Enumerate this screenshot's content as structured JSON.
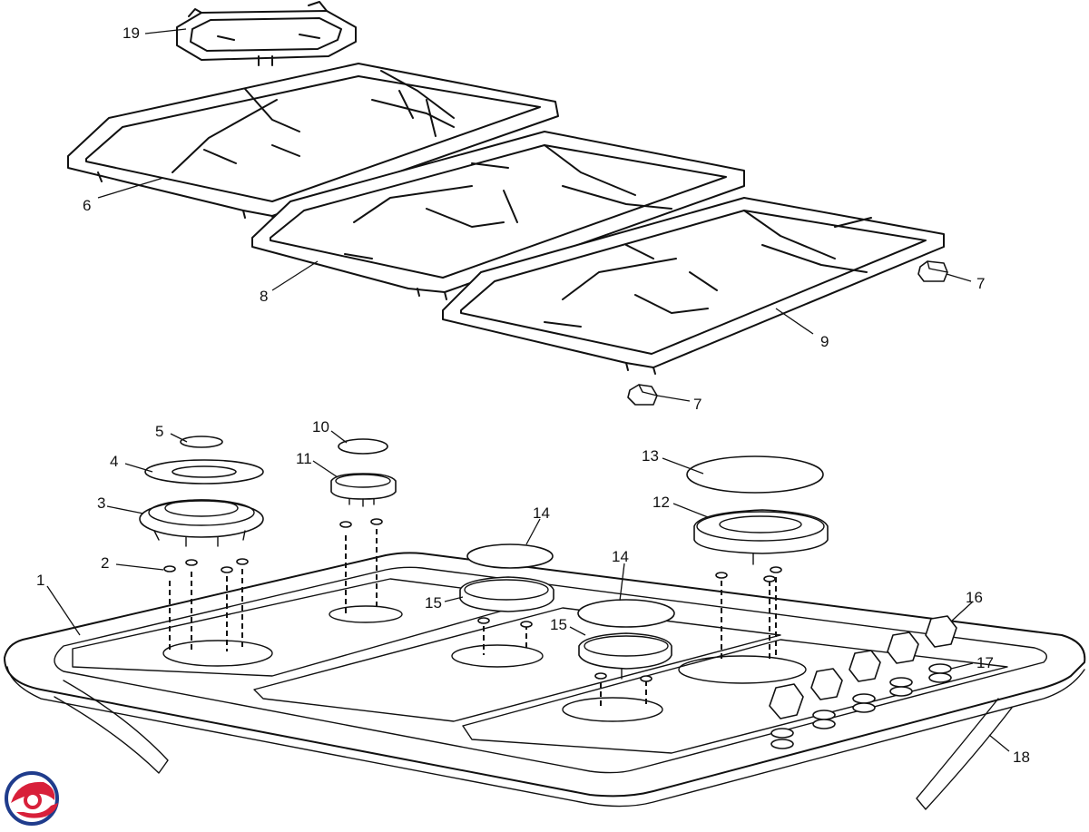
{
  "diagram": {
    "callouts": [
      {
        "label": "1"
      },
      {
        "label": "2"
      },
      {
        "label": "3"
      },
      {
        "label": "4"
      },
      {
        "label": "5"
      },
      {
        "label": "6"
      },
      {
        "label": "7"
      },
      {
        "label": "7"
      },
      {
        "label": "8"
      },
      {
        "label": "9"
      },
      {
        "label": "10"
      },
      {
        "label": "11"
      },
      {
        "label": "12"
      },
      {
        "label": "13"
      },
      {
        "label": "14"
      },
      {
        "label": "14"
      },
      {
        "label": "15"
      },
      {
        "label": "15"
      },
      {
        "label": "16"
      },
      {
        "label": "17"
      },
      {
        "label": "18"
      },
      {
        "label": "19"
      }
    ]
  },
  "logo": {
    "colors": {
      "primary": "#d8203a",
      "secondary": "#1f3c8c"
    }
  }
}
